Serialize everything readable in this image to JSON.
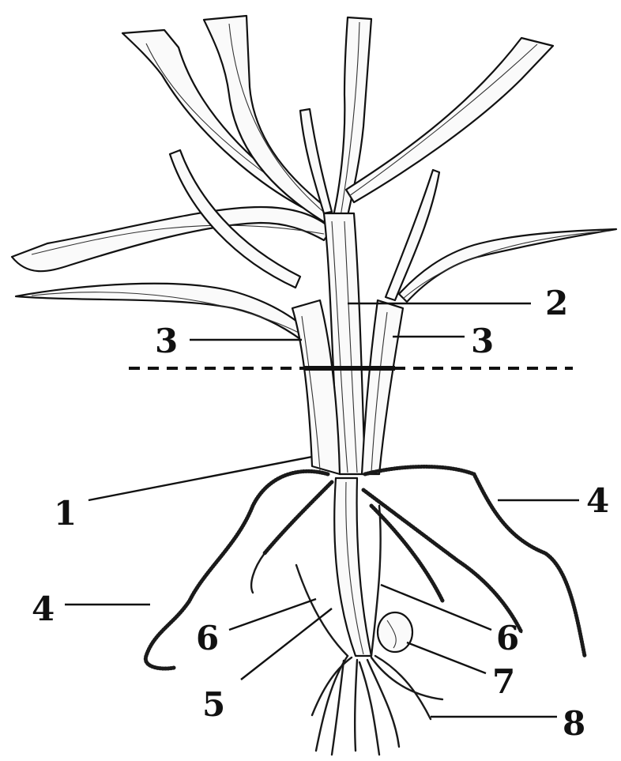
{
  "labels": {
    "l1": "1",
    "l2": "2",
    "l3_left": "3",
    "l3_right": "3",
    "l4_right": "4",
    "l4_left": "4",
    "l5": "5",
    "l6_left": "6",
    "l6_right": "6",
    "l7": "7",
    "l8": "8"
  },
  "colors": {
    "ink": "#111111",
    "background": "#ffffff"
  }
}
